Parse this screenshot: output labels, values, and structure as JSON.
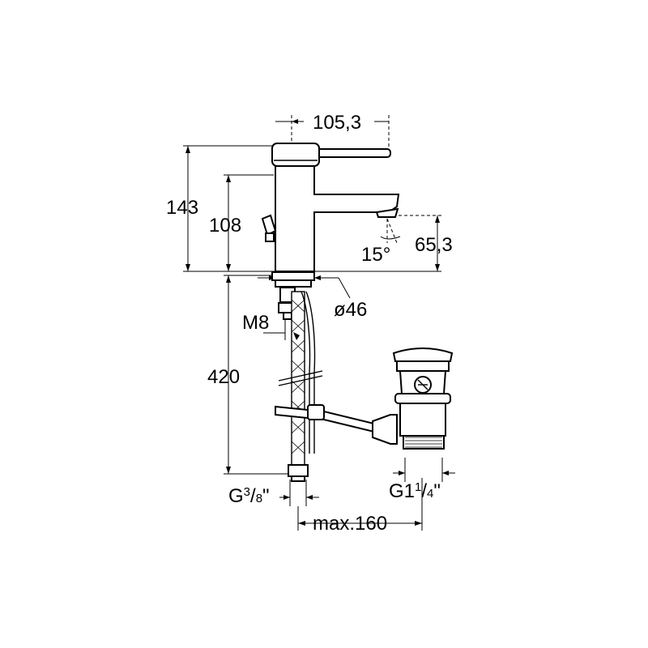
{
  "dimensions": {
    "spout_reach": "105,3",
    "total_height": "143",
    "lever_height": "108",
    "spout_height": "65,3",
    "spout_angle": "15°",
    "base_diameter": "ø46",
    "fixing_thread": "M8",
    "hose_length": "420",
    "hose_thread_main": "G",
    "hose_thread_num": "3",
    "hose_thread_den": "8",
    "hose_thread_suffix": "\"",
    "waste_thread_main": "G1",
    "waste_thread_num": "1",
    "waste_thread_den": "4",
    "waste_thread_suffix": "\"",
    "max_distance": "max.160"
  }
}
